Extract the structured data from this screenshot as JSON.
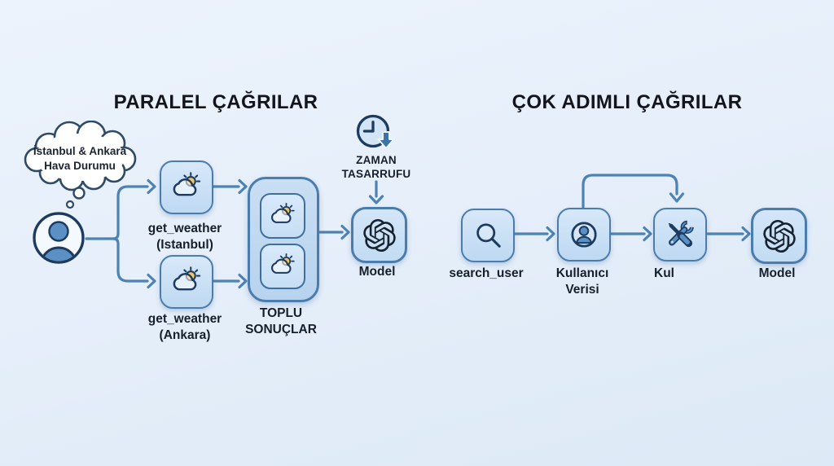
{
  "parallel": {
    "title": "PARALEL ÇAĞRILAR",
    "bubble": {
      "line1": "İstanbul & Ankara",
      "line2": "Hava Durumu"
    },
    "call_istanbul": {
      "line1": "get_weather",
      "line2": "(Istanbul)"
    },
    "call_ankara": {
      "line1": "get_weather",
      "line2": "(Ankara)"
    },
    "batch": {
      "line1": "TOPLU",
      "line2": "SONUÇLAR"
    },
    "time_saving": {
      "line1": "ZAMAN",
      "line2": "TASARRUFU"
    },
    "model_label": "Model"
  },
  "multistep": {
    "title": "ÇOK ADIMLI ÇAĞRILAR",
    "search_label": "search_user",
    "user_data": {
      "line1": "Kullanıcı",
      "line2": "Verisi"
    },
    "tool_label": "Kul",
    "model_label": "Model"
  },
  "icons": {
    "user_avatar": "person-in-circle-icon",
    "weather_tool": "cloud-sun-icon",
    "time_saving": "clock-down-arrow-icon",
    "model": "openai-logo-icon",
    "search": "magnifier-icon",
    "user_data": "person-badge-icon",
    "tools": "wrench-screwdriver-icon",
    "thought": "thought-bubble"
  },
  "colors": {
    "background": "#e8f1fb",
    "box_fill": "#c9def4",
    "box_border": "#4a7dad",
    "arrow": "#4d82b4",
    "arrow_deep": "#3c74a6",
    "icon_dark": "#1d3a5f",
    "person_fill": "#5b90c4",
    "sun": "#f3c55e",
    "text": "#15202b",
    "title": "#12151c"
  }
}
